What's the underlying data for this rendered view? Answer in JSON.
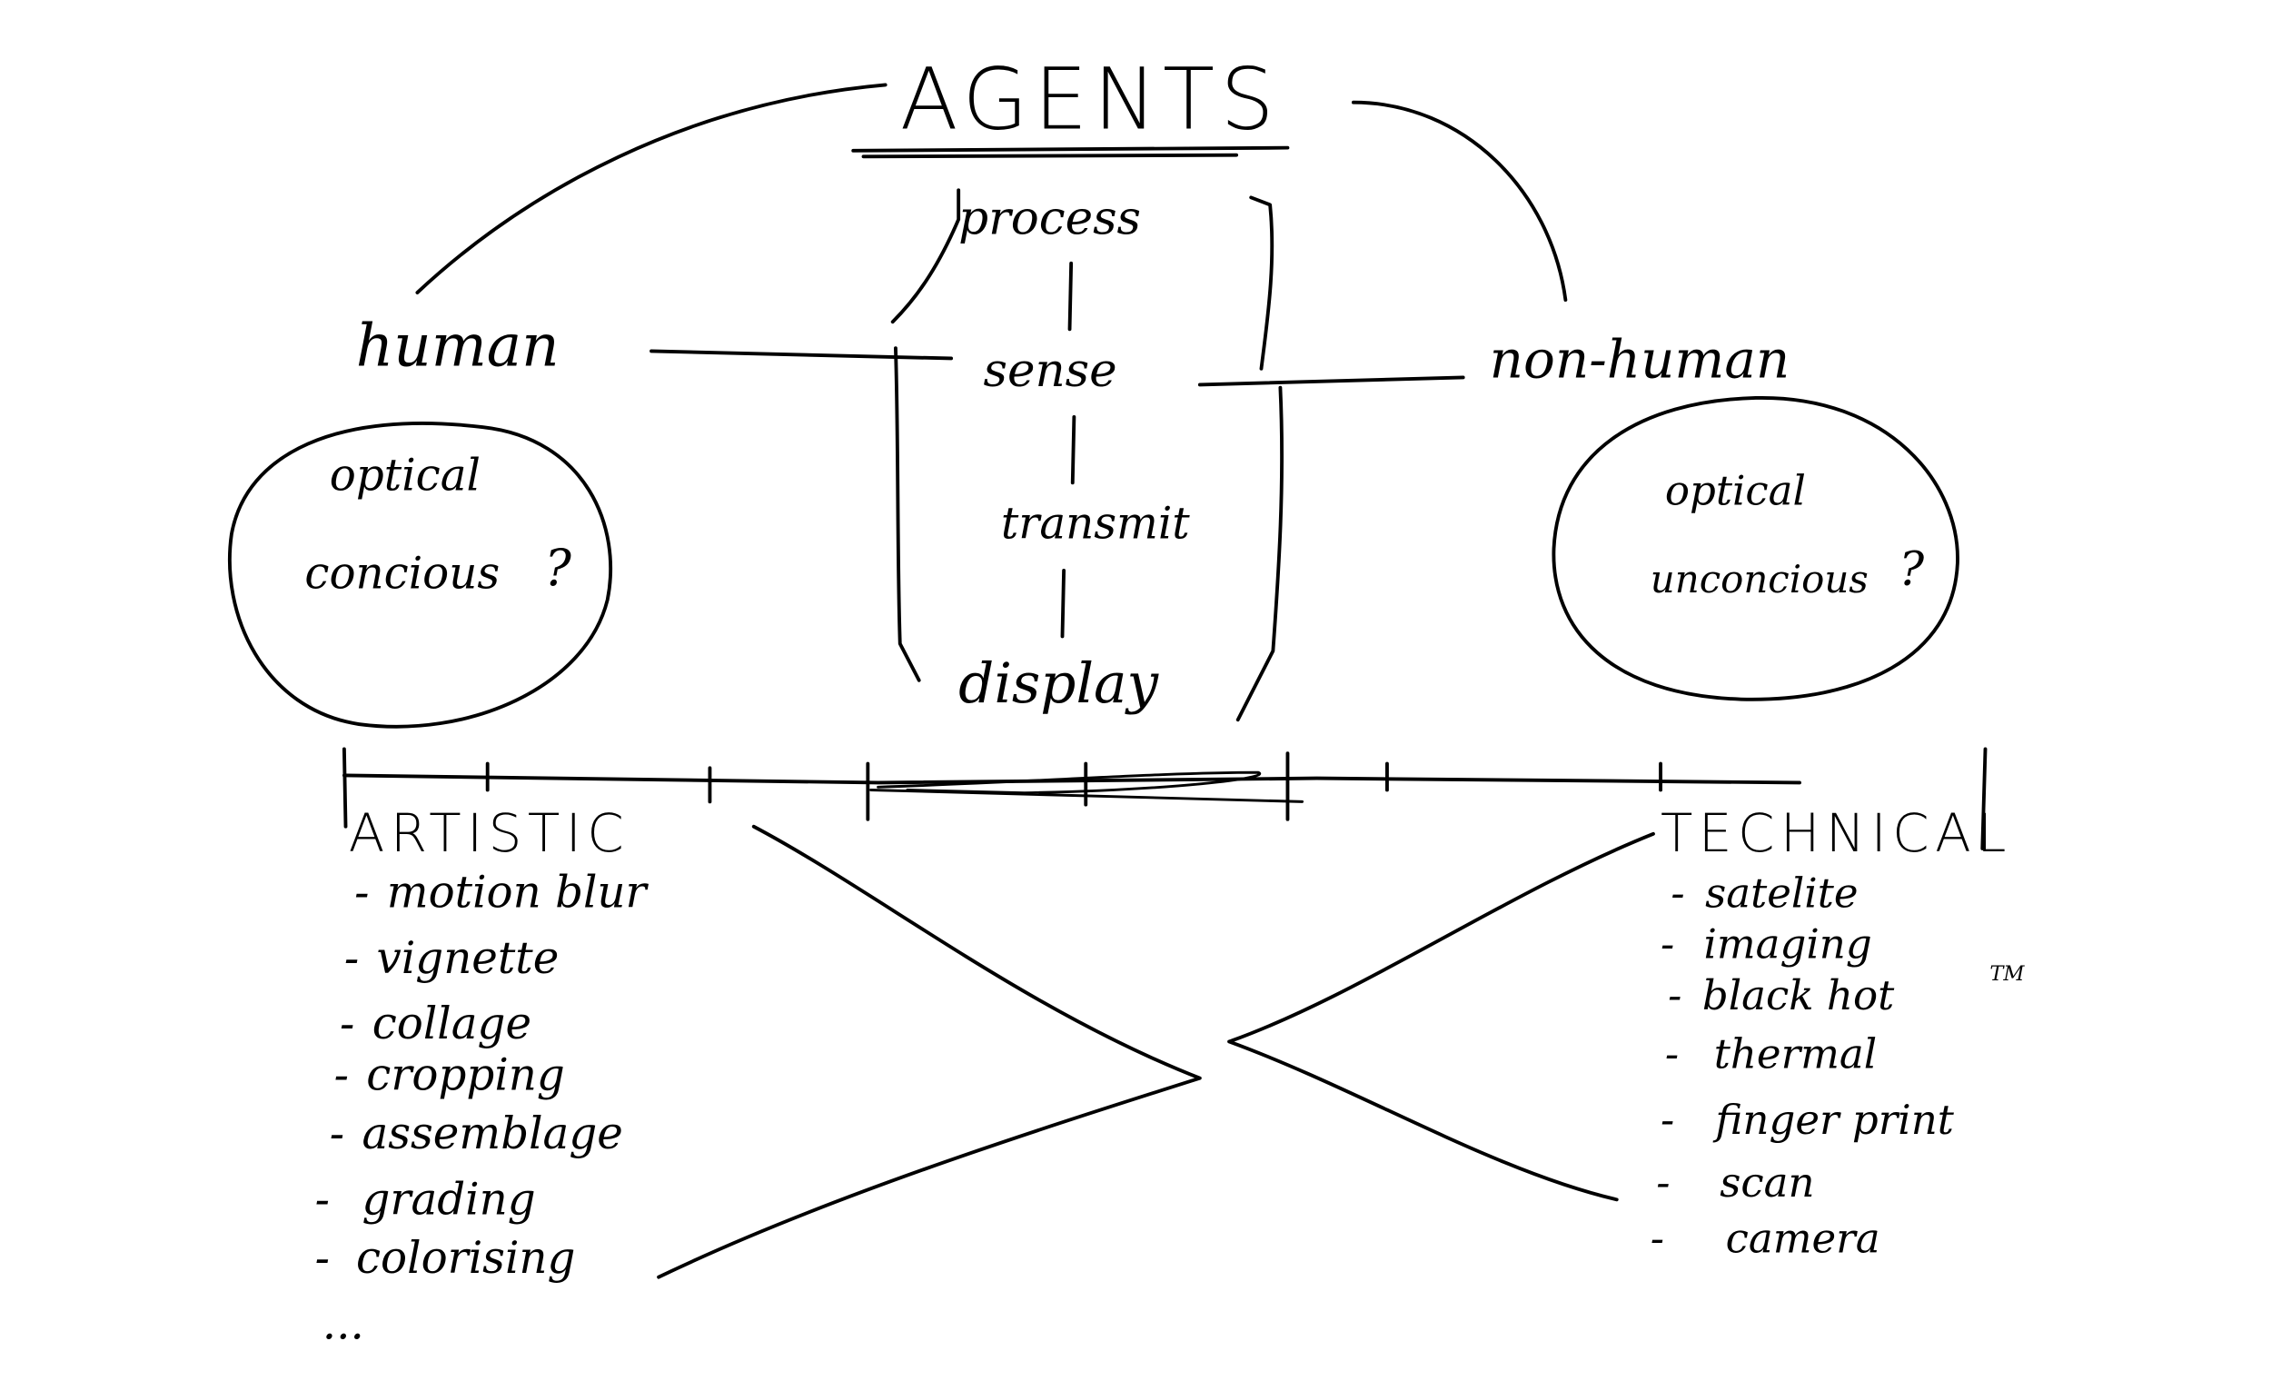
{
  "title": "AGENTS",
  "center_column": [
    "process",
    "sense",
    "transmit",
    "display"
  ],
  "left": {
    "label": "human",
    "circle_lines": [
      "optical",
      "concious"
    ],
    "circle_mark": "?"
  },
  "right": {
    "label": "non-human",
    "circle_lines": [
      "optical",
      "unconcious"
    ],
    "circle_mark": "?"
  },
  "scale": {
    "left_label": "ARTISTIC",
    "right_label": "TECHNICAL"
  },
  "artistic_items": [
    "motion blur",
    "vignette",
    "collage",
    "cropping",
    "assemblage",
    "grading",
    "colorising"
  ],
  "artistic_more": "...",
  "technical_items": [
    "satelite",
    "imaging",
    "black hot",
    "thermal",
    "finger print",
    "scan",
    "camera"
  ],
  "technical_tm": "TM",
  "bullet": "-",
  "colors": {
    "ink": "#000000",
    "paper": "#ffffff"
  }
}
